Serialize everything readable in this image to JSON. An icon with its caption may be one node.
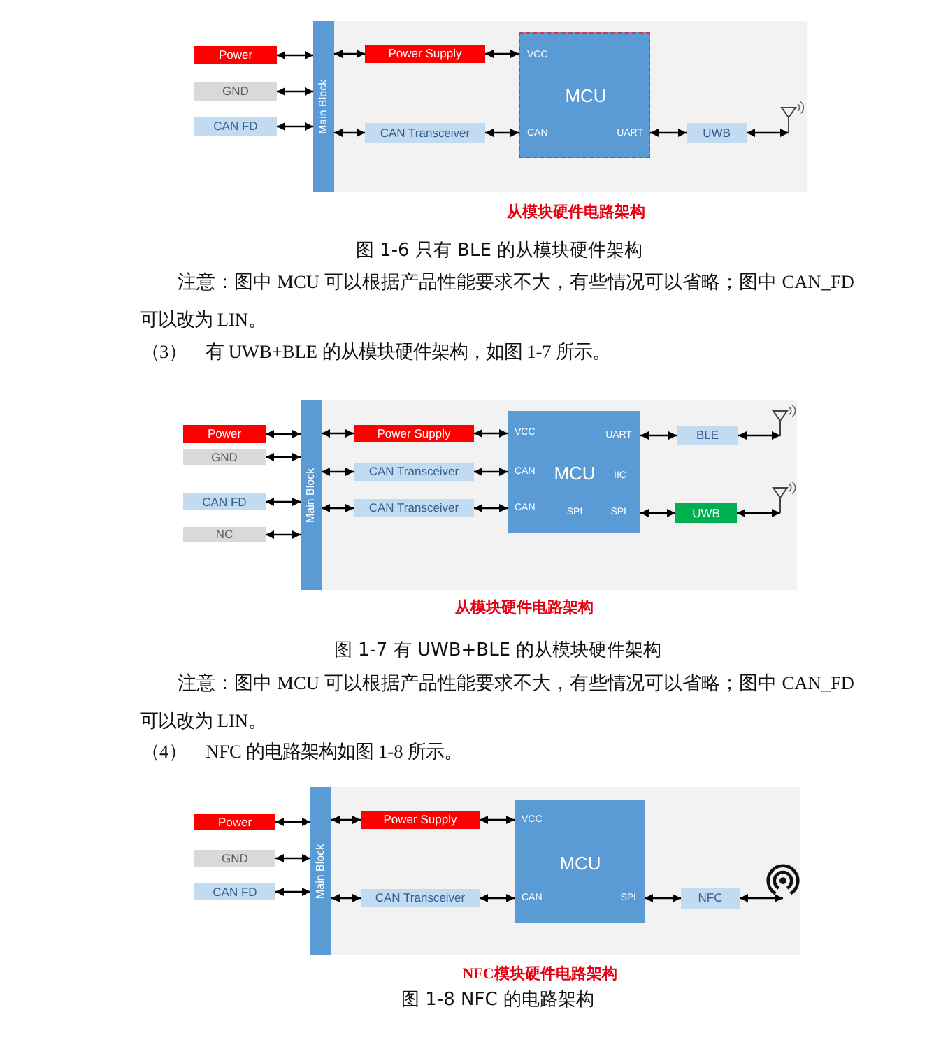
{
  "diagram": {
    "nodes": [
      {
        "text": [
          "Power"
        ]
      },
      {
        "text": [
          "GND"
        ]
      },
      {
        "text": [
          "CAN FD"
        ]
      },
      {
        "text": [
          "Main Block"
        ]
      },
      {
        "text": [
          "Power Supply"
        ]
      },
      {
        "text": [
          "CAN Transceiver"
        ]
      },
      {
        "text": [
          "VCC",
          "MCU",
          "CAN",
          "UART"
        ]
      },
      {
        "text": [
          "UWB"
        ]
      },
      {
        "text": [],
        "shape": "antenna"
      },
      {
        "text": [
          "Power"
        ]
      },
      {
        "text": [
          "GND"
        ]
      },
      {
        "text": [
          "CAN FD"
        ]
      },
      {
        "text": [
          "NC"
        ]
      },
      {
        "text": [
          "Main Block"
        ]
      },
      {
        "text": [
          "Power Supply"
        ]
      },
      {
        "text": [
          "CAN Transceiver"
        ]
      },
      {
        "text": [
          "CAN Transceiver"
        ]
      },
      {
        "text": [
          "VCC",
          "UART",
          "CAN",
          "MCU",
          "IIC",
          "CAN",
          "SPI",
          "SPI"
        ]
      },
      {
        "text": [
          "BLE"
        ]
      },
      {
        "text": [
          "UWB"
        ]
      },
      {
        "text": [],
        "shape": "antenna"
      },
      {
        "text": [],
        "shape": "antenna"
      },
      {
        "text": [
          "Power"
        ]
      },
      {
        "text": [
          "GND"
        ]
      },
      {
        "text": [
          "CAN FD"
        ]
      },
      {
        "text": [
          "Main Block"
        ]
      },
      {
        "text": [
          "Power Supply"
        ]
      },
      {
        "text": [
          "CAN Transceiver"
        ]
      },
      {
        "text": [
          "VCC",
          "MCU",
          "CAN",
          "SPI"
        ]
      },
      {
        "text": [
          "NFC"
        ]
      },
      {
        "text": [],
        "shape": "circle"
      }
    ],
    "edges": [
      {
        "from": 0,
        "to": 3,
        "arrow": "both"
      },
      {
        "from": 1,
        "to": 3,
        "arrow": "both"
      },
      {
        "from": 2,
        "to": 3,
        "arrow": "both"
      },
      {
        "from": 3,
        "to": 4,
        "arrow": "both"
      },
      {
        "from": 3,
        "to": 5,
        "arrow": "both"
      },
      {
        "from": 4,
        "to": 6,
        "arrow": "both"
      },
      {
        "from": 5,
        "to": 6,
        "arrow": "both"
      },
      {
        "from": 6,
        "to": 7,
        "arrow": "both"
      },
      {
        "from": 7,
        "to": 8,
        "arrow": "both"
      },
      {
        "from": 9,
        "to": 13,
        "arrow": "both"
      },
      {
        "from": 10,
        "to": 13,
        "arrow": "both"
      },
      {
        "from": 11,
        "to": 13,
        "arrow": "both"
      },
      {
        "from": 12,
        "to": 13,
        "arrow": "both"
      },
      {
        "from": 13,
        "to": 14,
        "arrow": "both"
      },
      {
        "from": 13,
        "to": 15,
        "arrow": "both"
      },
      {
        "from": 13,
        "to": 16,
        "arrow": "both"
      },
      {
        "from": 14,
        "to": 17,
        "arrow": "both"
      },
      {
        "from": 15,
        "to": 17,
        "arrow": "both"
      },
      {
        "from": 16,
        "to": 17,
        "arrow": "both"
      },
      {
        "from": 17,
        "to": 18,
        "arrow": "both"
      },
      {
        "from": 17,
        "to": 19,
        "arrow": "both"
      },
      {
        "from": 18,
        "to": 20,
        "arrow": "both"
      },
      {
        "from": 19,
        "to": 21,
        "arrow": "both"
      },
      {
        "from": 22,
        "to": 25,
        "arrow": "both"
      },
      {
        "from": 23,
        "to": 25,
        "arrow": "both"
      },
      {
        "from": 24,
        "to": 25,
        "arrow": "both"
      },
      {
        "from": 25,
        "to": 26,
        "arrow": "both"
      },
      {
        "from": 25,
        "to": 27,
        "arrow": "both"
      },
      {
        "from": 26,
        "to": 28,
        "arrow": "both"
      },
      {
        "from": 27,
        "to": 28,
        "arrow": "both"
      },
      {
        "from": 28,
        "to": 29,
        "arrow": "both"
      },
      {
        "from": 29,
        "to": 30,
        "arrow": "both"
      }
    ],
    "labels": [
      "从模块硬件电路架构",
      "图 1-6 只有 BLE 的从模块硬件架构",
      "注意：图中 MCU 可以根据产品性能要求不大，有些情况可以省略；图中 CAN_FD 可以改为 LIN。",
      "（3）",
      "有 UWB+BLE 的从模块硬件架构，如图 1-7 所示。",
      "从模块硬件电路架构",
      "图 1-7 有 UWB+BLE 的从模块硬件架构",
      "注意：图中 MCU 可以根据产品性能要求不大，有些情况可以省略；图中 CAN_FD 可以改为 LIN。",
      "（4）",
      "NFC 的电路架构如图 1-8 所示。",
      "NFC模块硬件电路架构",
      "图 1-8 NFC 的电路架构"
    ]
  }
}
